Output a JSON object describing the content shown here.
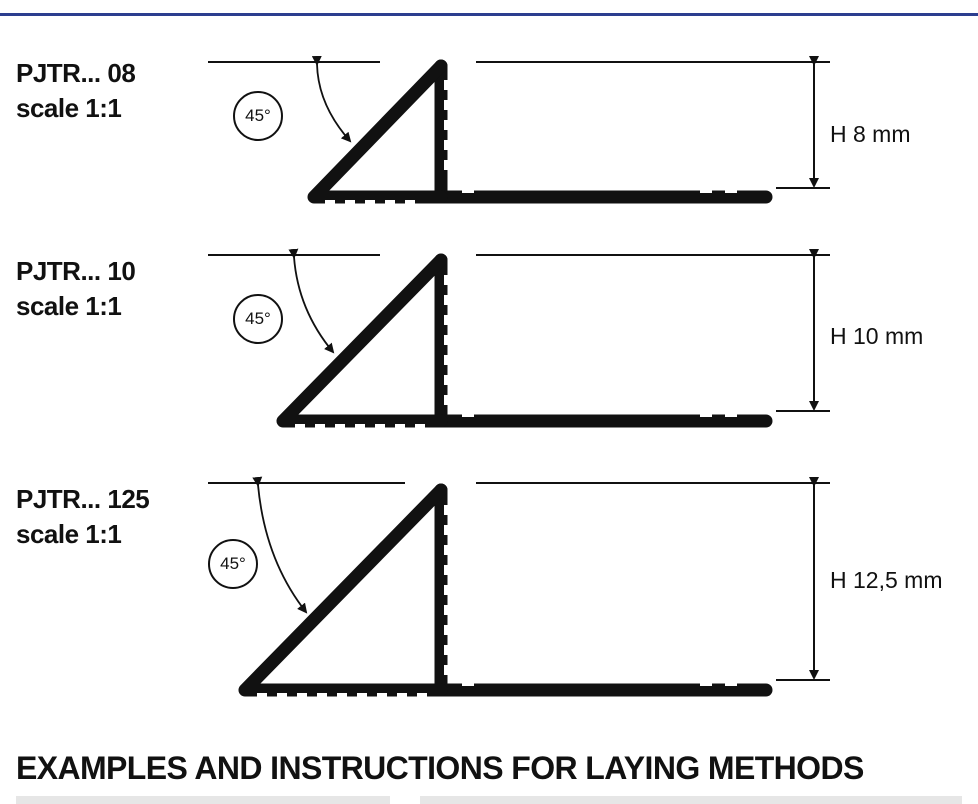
{
  "profiles": [
    {
      "code": "PJTR... 08",
      "scale": "scale 1:1",
      "angle": "45°",
      "height": "H 8 mm"
    },
    {
      "code": "PJTR... 10",
      "scale": "scale 1:1",
      "angle": "45°",
      "height": "H 10 mm"
    },
    {
      "code": "PJTR... 125",
      "scale": "scale 1:1",
      "angle": "45°",
      "height": "H 12,5 mm"
    }
  ],
  "section_heading": "EXAMPLES AND INSTRUCTIONS FOR LAYING METHODS",
  "colors": {
    "ink": "#111111",
    "top_rule": "#2c3e8f"
  }
}
